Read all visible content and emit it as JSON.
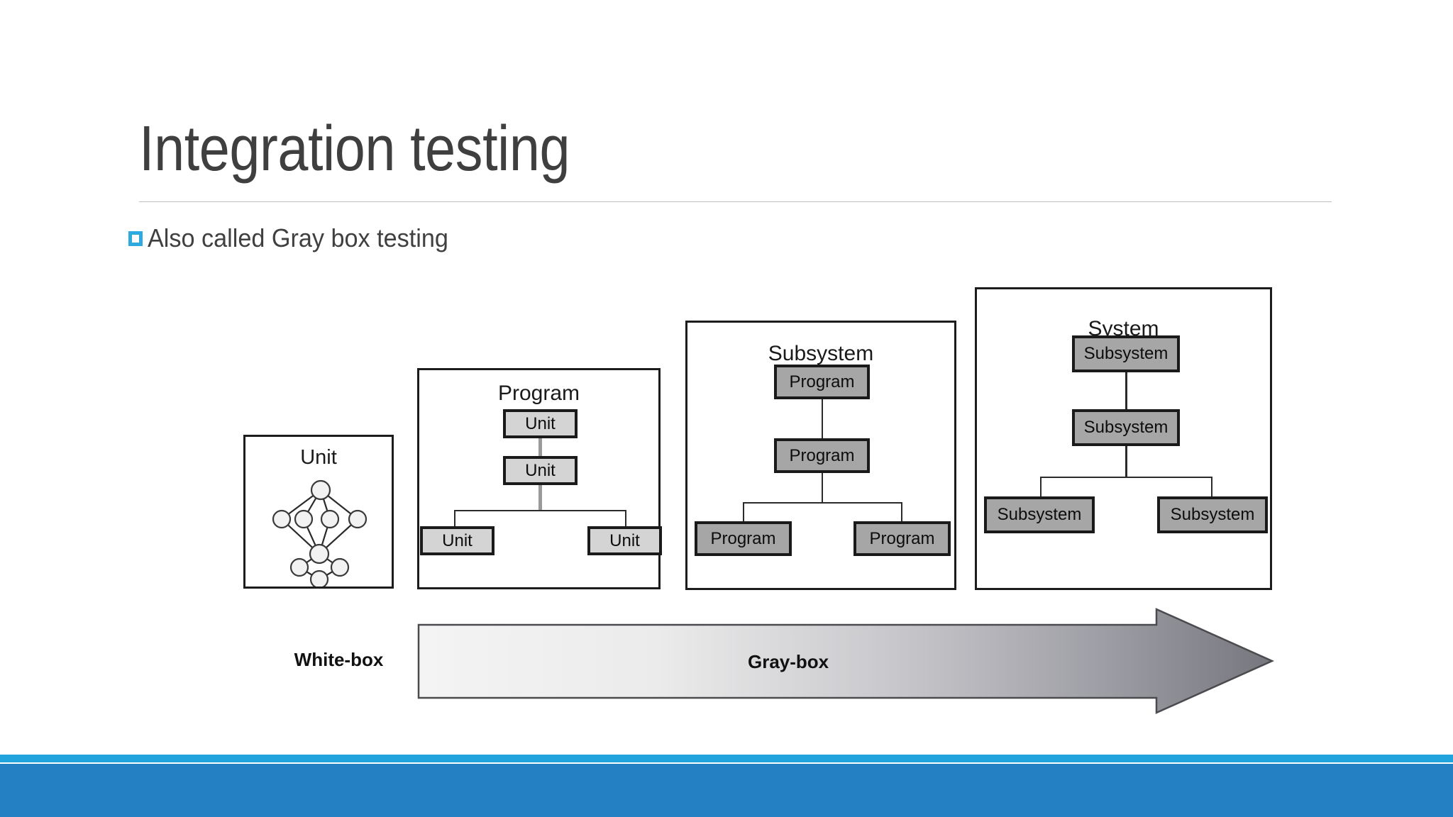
{
  "slide": {
    "title": "Integration testing",
    "bullet": {
      "marker_icon": "hollow-square-bullet-icon",
      "text": "Also called Gray box testing"
    },
    "accent_color": "#2eaade",
    "bottom_strip_color": "#21a3dd",
    "bottom_band_color": "#2580c3",
    "title_color": "#3f3f3f",
    "body_color": "#404040"
  },
  "figure": {
    "panels": [
      {
        "id": "unit",
        "title": "Unit",
        "content_type": "control-flow-graph",
        "nodes": 10
      },
      {
        "id": "program",
        "title": "Program",
        "content_type": "hierarchy",
        "levels": [
          [
            "Unit"
          ],
          [
            "Unit"
          ],
          [
            "Unit",
            "Unit"
          ]
        ],
        "node_fill": "#d4d4d4"
      },
      {
        "id": "subsystem",
        "title": "Subsystem",
        "content_type": "hierarchy",
        "levels": [
          [
            "Program"
          ],
          [
            "Program"
          ],
          [
            "Program",
            "Program"
          ]
        ],
        "node_fill": "#a6a6a6"
      },
      {
        "id": "system",
        "title": "System",
        "content_type": "hierarchy",
        "levels": [
          [
            "Subsystem"
          ],
          [
            "Subsystem"
          ],
          [
            "Subsystem",
            "Subsystem"
          ]
        ],
        "node_fill": "#a6a6a6"
      }
    ],
    "arrow": {
      "left_label": "White-box",
      "inner_label": "Gray-box",
      "direction": "right",
      "gradient_from": "#f2f2f2",
      "gradient_to": "#7c7c82"
    }
  }
}
